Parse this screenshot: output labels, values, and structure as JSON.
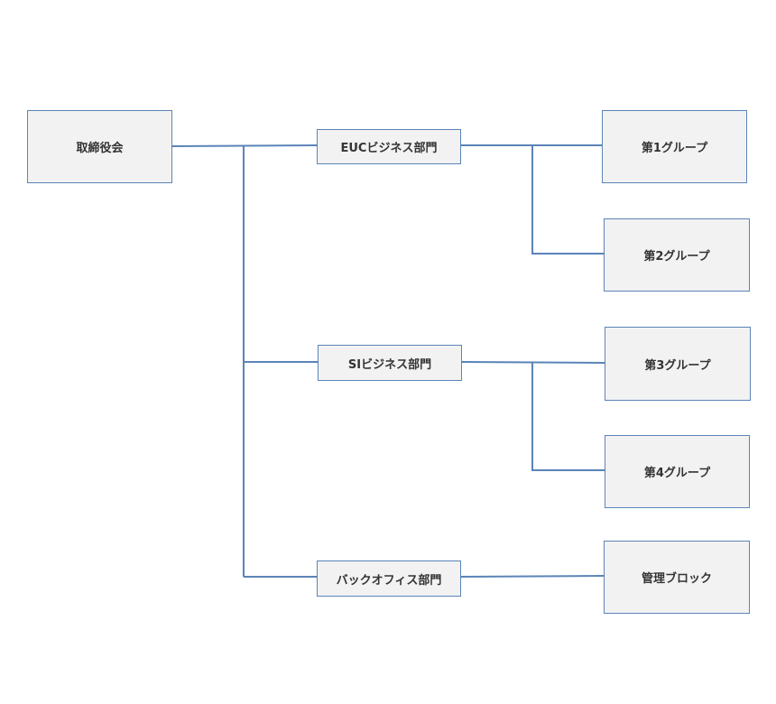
{
  "diagram": {
    "colors": {
      "line": "#5b84b8",
      "node_fill": "#f2f2f2",
      "node_border": "#5b84b8",
      "text": "#333333"
    },
    "nodes": {
      "board": "取締役会",
      "euc": "EUCビジネス部門",
      "si": "SIビジネス部門",
      "back": "バックオフィス部門",
      "g1": "第1グループ",
      "g2": "第2グループ",
      "g3": "第3グループ",
      "g4": "第4グループ",
      "mgmt": "管理ブロック"
    },
    "edges": [
      [
        "board",
        "euc"
      ],
      [
        "board",
        "si"
      ],
      [
        "board",
        "back"
      ],
      [
        "euc",
        "g1"
      ],
      [
        "euc",
        "g2"
      ],
      [
        "si",
        "g3"
      ],
      [
        "si",
        "g4"
      ],
      [
        "back",
        "mgmt"
      ]
    ]
  }
}
